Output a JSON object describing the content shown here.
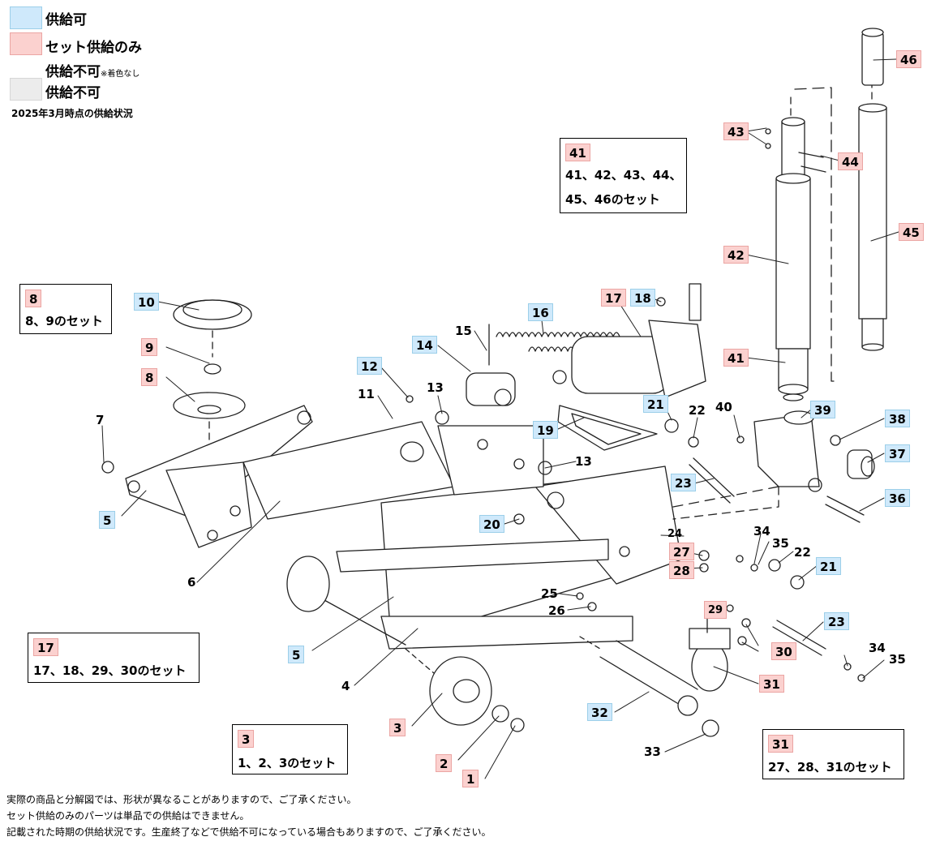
{
  "legend": {
    "items": [
      {
        "label": "供給可",
        "color": "#cfe9fb"
      },
      {
        "label": "セット供給のみ",
        "color": "#fbd1cf"
      },
      {
        "label": "供給不可",
        "note": "※着色なし"
      },
      {
        "label": "供給不可",
        "color": "#ececec"
      }
    ],
    "date_note": "2025年3月時点の供給状況"
  },
  "parts": [
    {
      "num": "1",
      "status": "pink"
    },
    {
      "num": "2",
      "status": "pink"
    },
    {
      "num": "3",
      "status": "pink"
    },
    {
      "num": "4",
      "status": "plain"
    },
    {
      "num": "5",
      "status": "blue"
    },
    {
      "num": "5",
      "status": "blue"
    },
    {
      "num": "6",
      "status": "plain"
    },
    {
      "num": "7",
      "status": "plain"
    },
    {
      "num": "8",
      "status": "pink"
    },
    {
      "num": "9",
      "status": "pink"
    },
    {
      "num": "10",
      "status": "blue"
    },
    {
      "num": "11",
      "status": "plain"
    },
    {
      "num": "12",
      "status": "blue"
    },
    {
      "num": "13",
      "status": "plain"
    },
    {
      "num": "13",
      "status": "plain"
    },
    {
      "num": "14",
      "status": "blue"
    },
    {
      "num": "15",
      "status": "plain"
    },
    {
      "num": "16",
      "status": "blue"
    },
    {
      "num": "17",
      "status": "pink"
    },
    {
      "num": "18",
      "status": "blue"
    },
    {
      "num": "19",
      "status": "blue"
    },
    {
      "num": "20",
      "status": "blue"
    },
    {
      "num": "21",
      "status": "blue"
    },
    {
      "num": "21",
      "status": "blue"
    },
    {
      "num": "22",
      "status": "plain"
    },
    {
      "num": "22",
      "status": "plain"
    },
    {
      "num": "23",
      "status": "blue"
    },
    {
      "num": "23",
      "status": "blue"
    },
    {
      "num": "24",
      "status": "plain"
    },
    {
      "num": "25",
      "status": "plain"
    },
    {
      "num": "26",
      "status": "plain"
    },
    {
      "num": "27",
      "status": "pink"
    },
    {
      "num": "28",
      "status": "pink"
    },
    {
      "num": "29",
      "status": "pink"
    },
    {
      "num": "30",
      "status": "pink"
    },
    {
      "num": "31",
      "status": "pink"
    },
    {
      "num": "32",
      "status": "blue"
    },
    {
      "num": "33",
      "status": "plain"
    },
    {
      "num": "34",
      "status": "plain"
    },
    {
      "num": "34",
      "status": "plain"
    },
    {
      "num": "35",
      "status": "plain"
    },
    {
      "num": "35",
      "status": "plain"
    },
    {
      "num": "36",
      "status": "blue"
    },
    {
      "num": "37",
      "status": "blue"
    },
    {
      "num": "38",
      "status": "blue"
    },
    {
      "num": "39",
      "status": "blue"
    },
    {
      "num": "40",
      "status": "plain"
    },
    {
      "num": "41",
      "status": "pink"
    },
    {
      "num": "42",
      "status": "pink"
    },
    {
      "num": "43",
      "status": "pink"
    },
    {
      "num": "44",
      "status": "pink"
    },
    {
      "num": "45",
      "status": "pink"
    },
    {
      "num": "46",
      "status": "pink"
    }
  ],
  "sets": [
    {
      "num": "41",
      "lines": [
        "41、42、43、44、",
        "45、46のセット"
      ]
    },
    {
      "num": "8",
      "lines": [
        "8、9のセット"
      ]
    },
    {
      "num": "17",
      "lines": [
        "17、18、29、30のセット"
      ]
    },
    {
      "num": "3",
      "lines": [
        "1、2、3のセット"
      ]
    },
    {
      "num": "31",
      "lines": [
        "27、28、31のセット"
      ]
    }
  ],
  "notes": [
    "実際の商品と分解図では、形状が異なることがありますので、ご了承ください。",
    "セット供給のみのパーツは単品での供給はできません。",
    "記載された時期の供給状況です。生産終了などで供給不可になっている場合もありますので、ご了承ください。"
  ]
}
